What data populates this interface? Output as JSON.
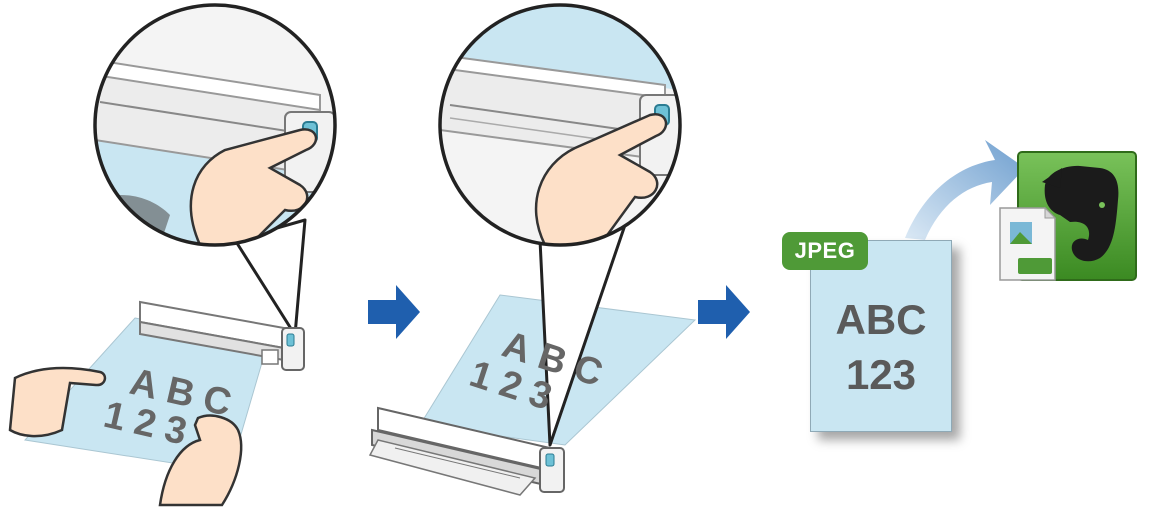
{
  "steps": [
    {
      "id": "insert-document",
      "sheet_text": {
        "line1": "ABC",
        "line2": "123"
      }
    },
    {
      "id": "press-scan-button",
      "sheet_text": {
        "line1": "ABC",
        "line2": "123"
      }
    },
    {
      "id": "output-jpeg",
      "badge": "JPEG",
      "document_text": {
        "line1": "ABC",
        "line2": "123"
      }
    }
  ],
  "icons": {
    "destination": "evernote-icon",
    "file_overlay": "jpg-file-icon",
    "flow_arrow": "right-arrow-icon",
    "upload_arrow": "curved-arrow-icon"
  },
  "colors": {
    "paper": "#c9e6f2",
    "flow_arrow": "#1f5fae",
    "jpeg_badge": "#4f9a37",
    "evernote_green": "#4c9f33",
    "upload_arrow": "#6f9fcf",
    "document_text": "#5a5a5a"
  }
}
